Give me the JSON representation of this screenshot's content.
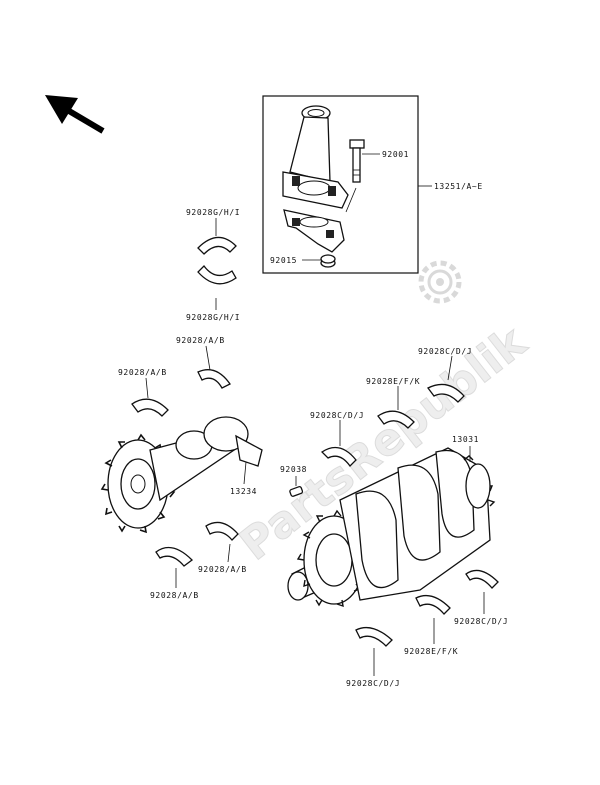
{
  "watermark": "PartsRepublik",
  "labels": {
    "bolt": "92001",
    "rod_assy": "13251/A~E",
    "nut": "92015",
    "rod_bearing_top": "92028G/H/I",
    "rod_bearing_bottom": "92028G/H/I",
    "balancer_bearing_upper_a": "92028/A/B",
    "balancer_bearing_upper_b": "92028/A/B",
    "balancer_bearing_lower_a": "92028/A/B",
    "balancer_bearing_lower_b": "92028/A/B",
    "balancer": "13234",
    "crank_bearing_cdj_1": "92028C/D/J",
    "crank_bearing_efk_1": "92028E/F/K",
    "crank_bearing_cdj_2": "92028C/D/J",
    "crank_bearing_cdj_3": "92028C/D/J",
    "crank_bearing_efk_2": "92028E/F/K",
    "crank_bearing_cdj_4": "92028C/D/J",
    "crankshaft": "13031",
    "key": "92038"
  }
}
